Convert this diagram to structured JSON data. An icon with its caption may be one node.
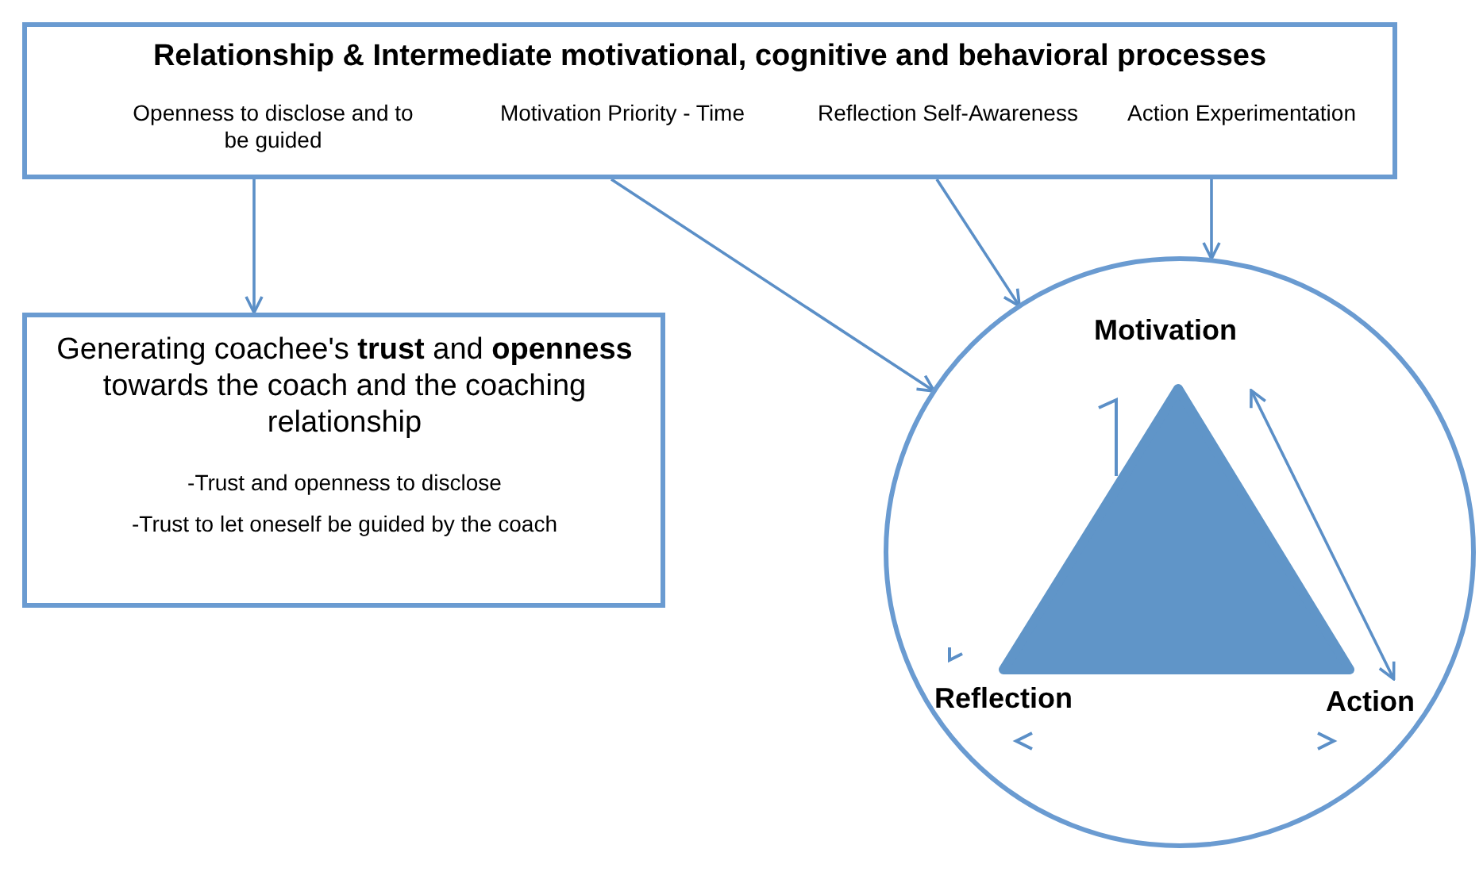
{
  "diagram": {
    "nodes": [
      {
        "text": [
          "Relationship & Intermediate motivational, cognitive and behavioral processes",
          "Openness to disclose and to be guided",
          "Motivation Priority - Time",
          "Reflection Self-Awareness",
          "Action Experimentation"
        ]
      },
      {
        "text": [
          "Generating coachee's **trust** and **openness** towards the coach and the coaching relationship",
          "-Trust and openness to disclose",
          "-Trust to let oneself be guided by the coach"
        ]
      },
      {
        "text": [],
        "shape": "circle"
      },
      {
        "text": [
          "Motivation"
        ],
        "in": 2
      },
      {
        "text": [
          "Reflection"
        ],
        "in": 2
      },
      {
        "text": [
          "Action"
        ],
        "in": 2
      }
    ],
    "edges": [
      {
        "from": 0,
        "to": 1,
        "arrow": "to"
      },
      {
        "from": 0,
        "to": 2,
        "arrow": "to"
      },
      {
        "from": 0,
        "to": 2,
        "arrow": "to"
      },
      {
        "from": 0,
        "to": 2,
        "arrow": "to"
      },
      {
        "from": 3,
        "to": 5,
        "arrow": "both"
      }
    ]
  }
}
